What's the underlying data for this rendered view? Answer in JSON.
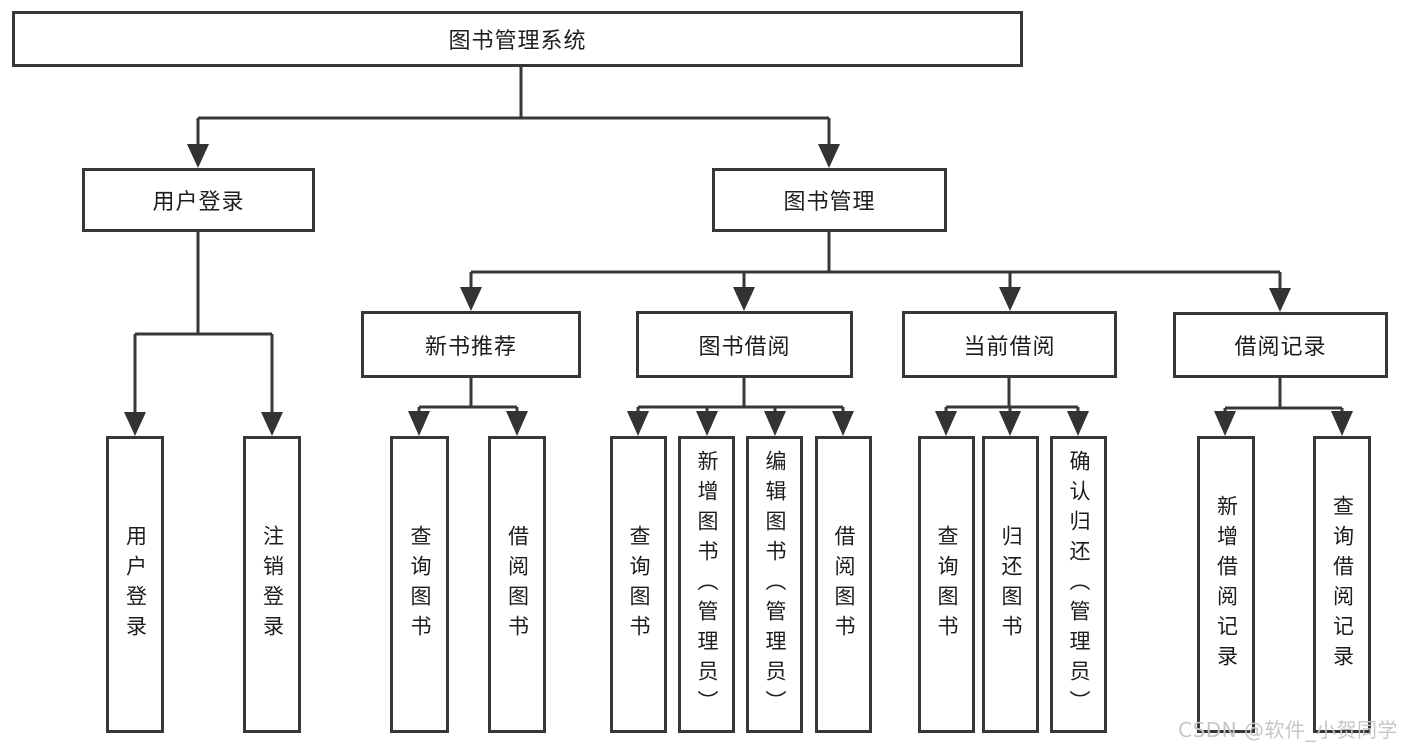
{
  "tree": {
    "label": "图书管理系统",
    "children": [
      {
        "label": "用户登录",
        "children": [
          {
            "label": "用户登录"
          },
          {
            "label": "注销登录"
          }
        ]
      },
      {
        "label": "图书管理",
        "children": [
          {
            "label": "新书推荐",
            "children": [
              {
                "label": "查询图书"
              },
              {
                "label": "借阅图书"
              }
            ]
          },
          {
            "label": "图书借阅",
            "children": [
              {
                "label": "查询图书"
              },
              {
                "label": "新增图书（管理员）"
              },
              {
                "label": "编辑图书（管理员）"
              },
              {
                "label": "借阅图书"
              }
            ]
          },
          {
            "label": "当前借阅",
            "children": [
              {
                "label": "查询图书"
              },
              {
                "label": "归还图书"
              },
              {
                "label": "确认归还（管理员）"
              }
            ]
          },
          {
            "label": "借阅记录",
            "children": [
              {
                "label": "新增借阅记录"
              },
              {
                "label": "查询借阅记录"
              }
            ]
          }
        ]
      }
    ]
  },
  "watermark": "CSDN @软件_小贺同学",
  "colors": {
    "line": "#373737",
    "arrow": "#333333",
    "text": "#1d1d1d",
    "watermark_text": "#c6c6c6",
    "background": "#ffffff"
  }
}
